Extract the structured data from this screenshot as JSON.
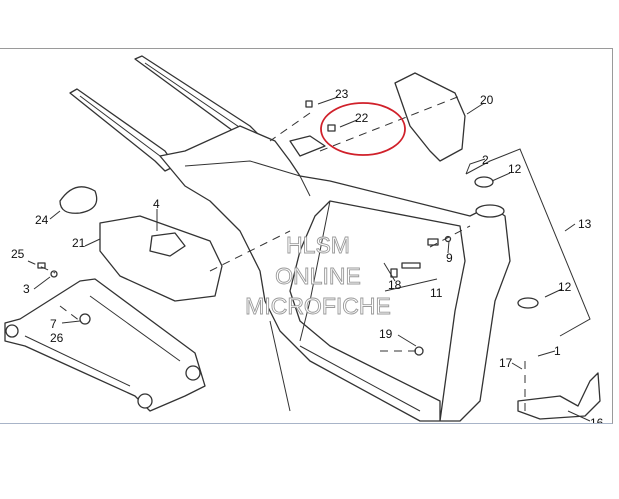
{
  "diagram": {
    "callouts": [
      {
        "id": "23",
        "text": "23"
      },
      {
        "id": "22",
        "text": "22"
      },
      {
        "id": "20",
        "text": "20"
      },
      {
        "id": "2",
        "text": "2"
      },
      {
        "id": "12a",
        "text": "12"
      },
      {
        "id": "13",
        "text": "13"
      },
      {
        "id": "4",
        "text": "4"
      },
      {
        "id": "24",
        "text": "24"
      },
      {
        "id": "21",
        "text": "21"
      },
      {
        "id": "25",
        "text": "25"
      },
      {
        "id": "3",
        "text": "3"
      },
      {
        "id": "7",
        "text": "7"
      },
      {
        "id": "26",
        "text": "26"
      },
      {
        "id": "19",
        "text": "19"
      },
      {
        "id": "9",
        "text": "9"
      },
      {
        "id": "18",
        "text": "18"
      },
      {
        "id": "11",
        "text": "11"
      },
      {
        "id": "12b",
        "text": "12"
      },
      {
        "id": "17",
        "text": "17"
      },
      {
        "id": "1",
        "text": "1"
      },
      {
        "id": "16",
        "text": "16"
      }
    ],
    "watermark": [
      "HLSM",
      "ONLINE",
      "MICROFICHE"
    ],
    "highlight_color": "#d0202a"
  }
}
